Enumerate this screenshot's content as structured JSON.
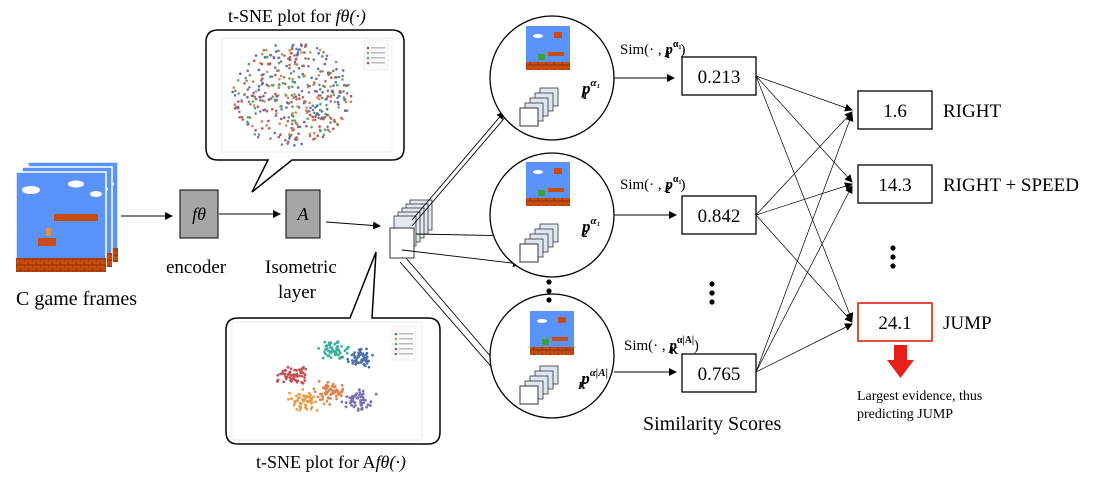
{
  "tsne_top": {
    "title": "t-SNE plot for ",
    "func": "fθ(·)"
  },
  "tsne_bottom": {
    "title": "t-SNE plot for A",
    "func": "fθ(·)"
  },
  "input": {
    "label": "C game frames"
  },
  "encoder": {
    "symbol": "fθ",
    "label": "encoder"
  },
  "isometric": {
    "symbol": "A",
    "label_line1": "Isometric",
    "label_line2": "layer"
  },
  "prototypes": [
    {
      "sim_label": "Sim(· , ",
      "proto_symbol": "p",
      "proto_sub": "1",
      "proto_sup": "α₁",
      "score": "0.213"
    },
    {
      "sim_label": "Sim(· , ",
      "proto_symbol": "p",
      "proto_sub": "2",
      "proto_sup": "α₁",
      "score": "0.842"
    },
    {
      "sim_label": "Sim(· , ",
      "proto_symbol": "p",
      "proto_sub": "K",
      "proto_sup": "α|A|",
      "score": "0.765"
    }
  ],
  "similarity_label": "Similarity Scores",
  "actions": [
    {
      "value": "1.6",
      "name": "RIGHT",
      "highlight": false
    },
    {
      "value": "14.3",
      "name": "RIGHT + SPEED",
      "highlight": false
    },
    {
      "value": "24.1",
      "name": "JUMP",
      "highlight": true
    }
  ],
  "conclusion": {
    "line1": "Largest evidence, thus",
    "line2": "predicting JUMP"
  },
  "colors": {
    "highlight": "#e23a2c",
    "arrow_red": "#e8201a",
    "block_fill": "#a6a6a6",
    "sky": "#5b93fc",
    "brick": "#c84c0c",
    "pipe": "#3aa03a"
  }
}
